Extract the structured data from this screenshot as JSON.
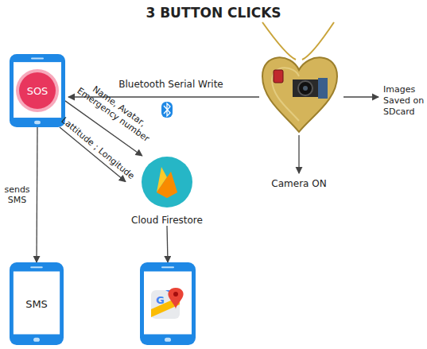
{
  "diagram": {
    "title": "3 BUTTON CLICKS",
    "nodes": [
      {
        "text": [
          "SOS"
        ]
      },
      {
        "text": [
          "Cloud Firestore"
        ]
      },
      {
        "text": [
          "SMS"
        ]
      },
      {
        "text": [
          "G"
        ]
      }
    ],
    "edges": [
      {
        "from": 0,
        "to": 1,
        "label": "Name, Avatar, Emergency number",
        "arrow": "to"
      },
      {
        "from": 0,
        "to": 1,
        "label": "Lattitude ; Longitude",
        "arrow": "to"
      },
      {
        "from": 0,
        "to": 2,
        "label": "sends SMS",
        "arrow": "to"
      },
      {
        "from": 1,
        "to": 3,
        "arrow": "to"
      }
    ],
    "labels": [
      "Bluetooth Serial Write",
      "Images Saved on SDcard",
      "Camera ON"
    ]
  }
}
